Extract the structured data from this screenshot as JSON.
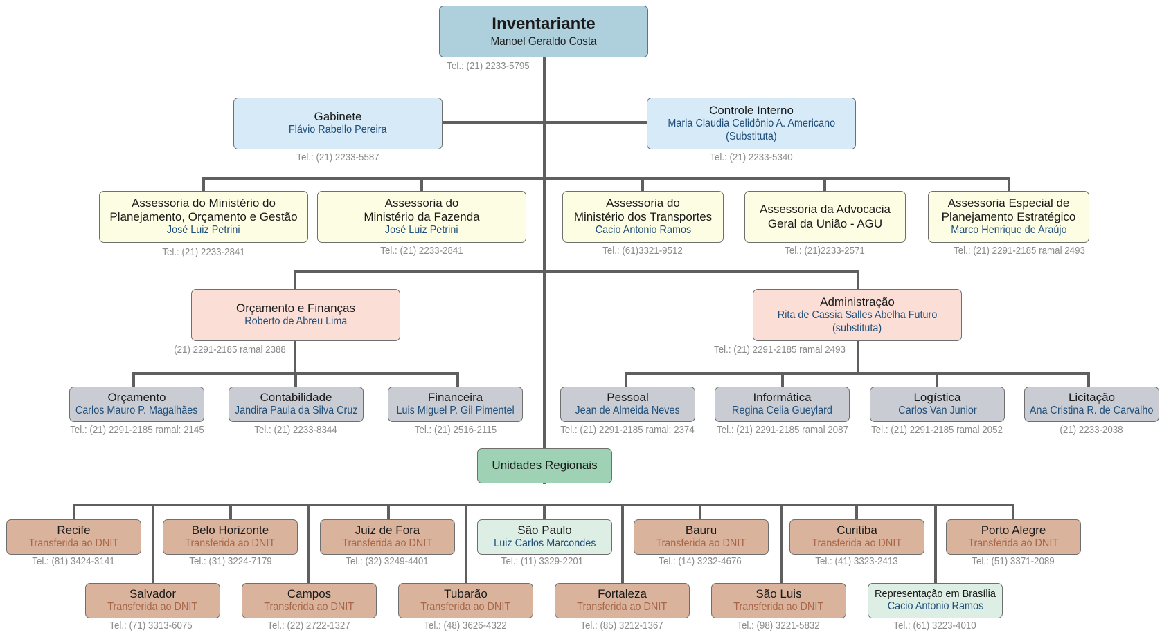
{
  "inventariante": {
    "title": "Inventariante",
    "name": "Manoel Geraldo Costa",
    "tel": "Tel.:  (21) 2233-5795"
  },
  "gabinete": {
    "title": "Gabinete",
    "name": "Flávio Rabello Pereira",
    "tel": "Tel.:  (21) 2233-5587"
  },
  "controle": {
    "title": "Controle Interno",
    "name": "Maria Claudia Celidônio A. Americano",
    "name2": "(Substituta)",
    "tel": "Tel.:  (21) 2233-5340"
  },
  "assessorias": [
    {
      "line1": "Assessoria do Ministério do",
      "line2": "Planejamento, Orçamento e Gestão",
      "name": "José Luiz Petrini",
      "tel": "Tel.: (21) 2233-2841"
    },
    {
      "line1": "Assessoria do",
      "line2": "Ministério da Fazenda",
      "name": "José Luiz Petrini",
      "tel": "Tel.:  (21) 2233-2841"
    },
    {
      "line1": "Assessoria do",
      "line2": "Ministério dos Transportes",
      "name": "Cacio Antonio Ramos",
      "tel": "Tel.: (61)3321-9512"
    },
    {
      "line1": "Assessoria da Advocacia",
      "line2": "Geral da União - AGU",
      "name": "",
      "tel": "Tel.: (21)2233-2571"
    },
    {
      "line1": "Assessoria Especial de",
      "line2": "Planejamento Estratégico",
      "name": "Marco Henrique de Araújo",
      "tel": "Tel.: (21) 2291-2185 ramal 2493"
    }
  ],
  "orcamento_financas": {
    "title": "Orçamento e Finanças",
    "name": "Roberto de Abreu Lima",
    "tel": "(21) 2291-2185 ramal 2388"
  },
  "administracao": {
    "title": "Administração",
    "name": "Rita de Cassia Salles Abelha Futuro",
    "name2": "(substituta)",
    "tel": "Tel.: (21) 2291-2185 ramal 2493"
  },
  "sub_units": [
    {
      "title": "Orçamento",
      "name": "Carlos Mauro P. Magalhães",
      "tel": "Tel.: (21) 2291-2185 ramal: 2145"
    },
    {
      "title": "Contabilidade",
      "name": "Jandira Paula da Silva Cruz",
      "tel": "Tel.: (21) 2233-8344"
    },
    {
      "title": "Financeira",
      "name": "Luis Miguel P. Gil Pimentel",
      "tel": "Tel.: (21) 2516-2115"
    },
    {
      "title": "Pessoal",
      "name": "Jean de Almeida Neves",
      "tel": "Tel.: (21) 2291-2185 ramal: 2374"
    },
    {
      "title": "Informática",
      "name": "Regina Celia Gueylard",
      "tel": "Tel.: (21) 2291-2185 ramal 2087"
    },
    {
      "title": "Logística",
      "name": "Carlos Van Junior",
      "tel": "Tel.: (21) 2291-2185 ramal 2052"
    },
    {
      "title": "Licitação",
      "name": "Ana Cristina R. de Carvalho",
      "tel": "(21) 2233-2038"
    }
  ],
  "unidades_regionais": {
    "title": "Unidades Regionais"
  },
  "regionais_top": [
    {
      "title": "Recife",
      "name": "Transferida ao DNIT",
      "tel": "Tel.: (81) 3424-3141"
    },
    {
      "title": "Belo Horizonte",
      "name": "Transferida ao DNIT",
      "tel": "Tel.: (31) 3224-7179"
    },
    {
      "title": "Juiz de Fora",
      "name": "Transferida ao DNIT",
      "tel": "Tel.: (32) 3249-4401"
    },
    {
      "title": "São Paulo",
      "name": "Luiz Carlos Marcondes",
      "tel": "Tel.: (11) 3329-2201"
    },
    {
      "title": "Bauru",
      "name": "Transferida ao DNIT",
      "tel": "Tel.: (14) 3232-4676"
    },
    {
      "title": "Curitiba",
      "name": "Transferida ao DNIT",
      "tel": "Tel.: (41) 3323-2413"
    },
    {
      "title": "Porto Alegre",
      "name": "Transferida ao DNIT",
      "tel": "Tel.: (51) 3371-2089"
    }
  ],
  "regionais_bottom": [
    {
      "title": "Salvador",
      "name": "Transferida ao DNIT",
      "tel": "Tel.: (71) 3313-6075"
    },
    {
      "title": "Campos",
      "name": "Transferida ao DNIT",
      "tel": "Tel.: (22) 2722-1327"
    },
    {
      "title": "Tubarão",
      "name": "Transferida ao DNIT",
      "tel": "Tel.: (48) 3626-4322"
    },
    {
      "title": "Fortaleza",
      "name": "Transferida ao DNIT",
      "tel": "Tel.: (85) 3212-1367"
    },
    {
      "title": "São Luis",
      "name": "Transferida ao DNIT",
      "tel": "Tel.: (98) 3221-5832"
    },
    {
      "title": "Representação em Brasília",
      "name": "Cacio Antonio Ramos",
      "tel": "Tel.: (61) 3223-4010"
    }
  ],
  "colors": {
    "connector": "#5f5f5f",
    "inventariante": "#aecfdc",
    "staff": "#d6eaf7",
    "assessoria": "#fdfde3",
    "division": "#fbdfd6",
    "unit": "#c9cdd3",
    "regional_hub": "#9fd1b4",
    "transferred": "#d9b39c",
    "active_regional": "#ddefe5"
  }
}
